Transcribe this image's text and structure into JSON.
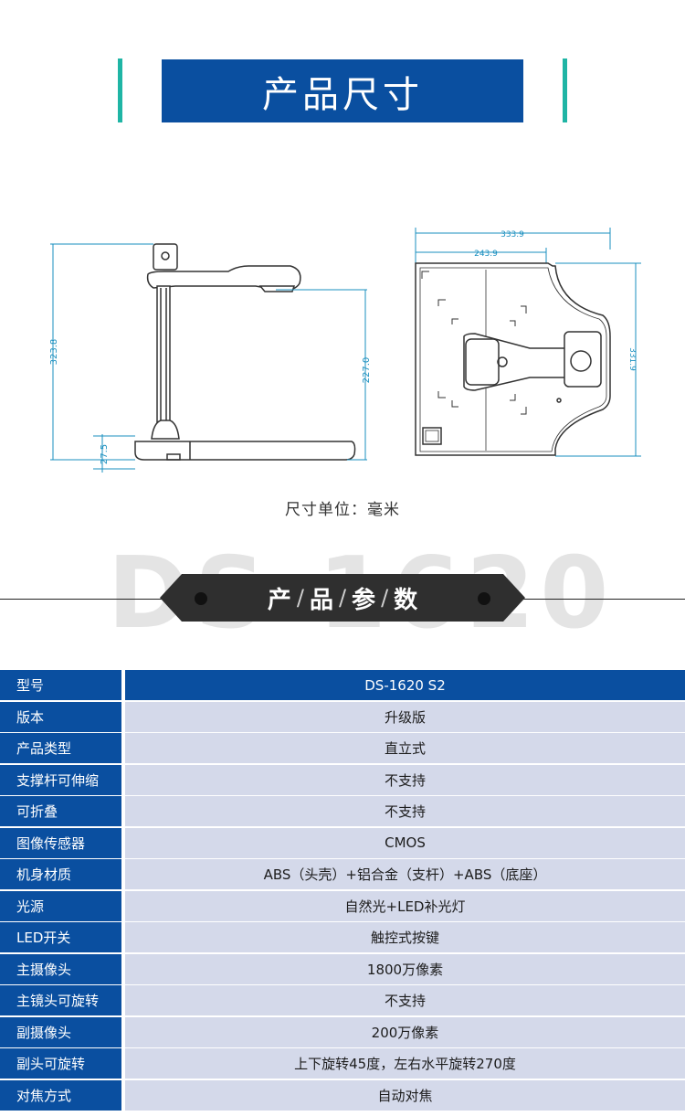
{
  "section1": {
    "title": "产品尺寸",
    "unit_note": "尺寸单位：毫米"
  },
  "side_view": {
    "dim_total_height": "323.8",
    "dim_arm_height": "227.0",
    "dim_base_height": "27.5"
  },
  "top_view": {
    "dim_total_width": "333.9",
    "dim_inner_width": "243.9",
    "dim_depth": "331.9"
  },
  "section2": {
    "watermark": "DS-1620",
    "title_chars": [
      "产",
      "品",
      "参",
      "数"
    ],
    "separator": "/"
  },
  "specs": [
    {
      "label": "型号",
      "value": "DS-1620  S2"
    },
    {
      "label": "版本",
      "value": "升级版"
    },
    {
      "label": "产品类型",
      "value": "直立式"
    },
    {
      "label": "支撑杆可伸缩",
      "value": "不支持"
    },
    {
      "label": "可折叠",
      "value": "不支持"
    },
    {
      "label": "图像传感器",
      "value": "CMOS"
    },
    {
      "label": "机身材质",
      "value": "ABS（头壳）+铝合金（支杆）+ABS（底座）"
    },
    {
      "label": "光源",
      "value": "自然光+LED补光灯"
    },
    {
      "label": "LED开关",
      "value": "触控式按键"
    },
    {
      "label": "主摄像头",
      "value": "1800万像素"
    },
    {
      "label": "主镜头可旋转",
      "value": "不支持"
    },
    {
      "label": "副摄像头",
      "value": "200万像素"
    },
    {
      "label": "副头可旋转",
      "value": "上下旋转45度，左右水平旋转270度"
    },
    {
      "label": "对焦方式",
      "value": "自动对焦"
    }
  ],
  "colors": {
    "primary_blue": "#0a4fa0",
    "accent_teal": "#1fb5a5",
    "row_bg": "#d4d9ea",
    "banner_dark": "#2f2f2f"
  }
}
